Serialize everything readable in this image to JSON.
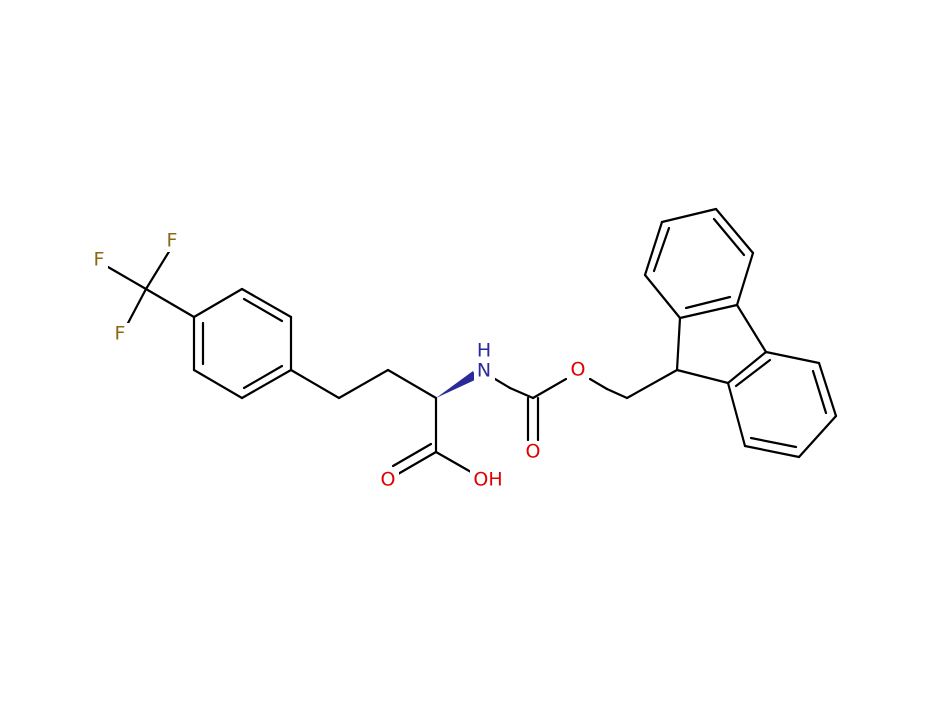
{
  "molecule": {
    "atoms": {
      "f1": {
        "text": "F",
        "color": "#8B6914"
      },
      "f2": {
        "text": "F",
        "color": "#8B6914"
      },
      "f3": {
        "text": "F",
        "color": "#8B6914"
      },
      "nh": {
        "text": "H",
        "color": "#2A2A9A"
      },
      "n": {
        "text": "N",
        "color": "#2A2A9A"
      },
      "o_ester": {
        "text": "O",
        "color": "#E00000"
      },
      "o_carbonyl": {
        "text": "O",
        "color": "#E00000"
      },
      "o_acid_dbl": {
        "text": "O",
        "color": "#E00000"
      },
      "oh": {
        "text": "OH",
        "color": "#E00000"
      }
    },
    "colors": {
      "bond": "#000000",
      "wedge": "#2A2A9A",
      "fluorine": "#8B6914",
      "nitrogen": "#2A2A9A",
      "oxygen": "#E00000"
    }
  }
}
